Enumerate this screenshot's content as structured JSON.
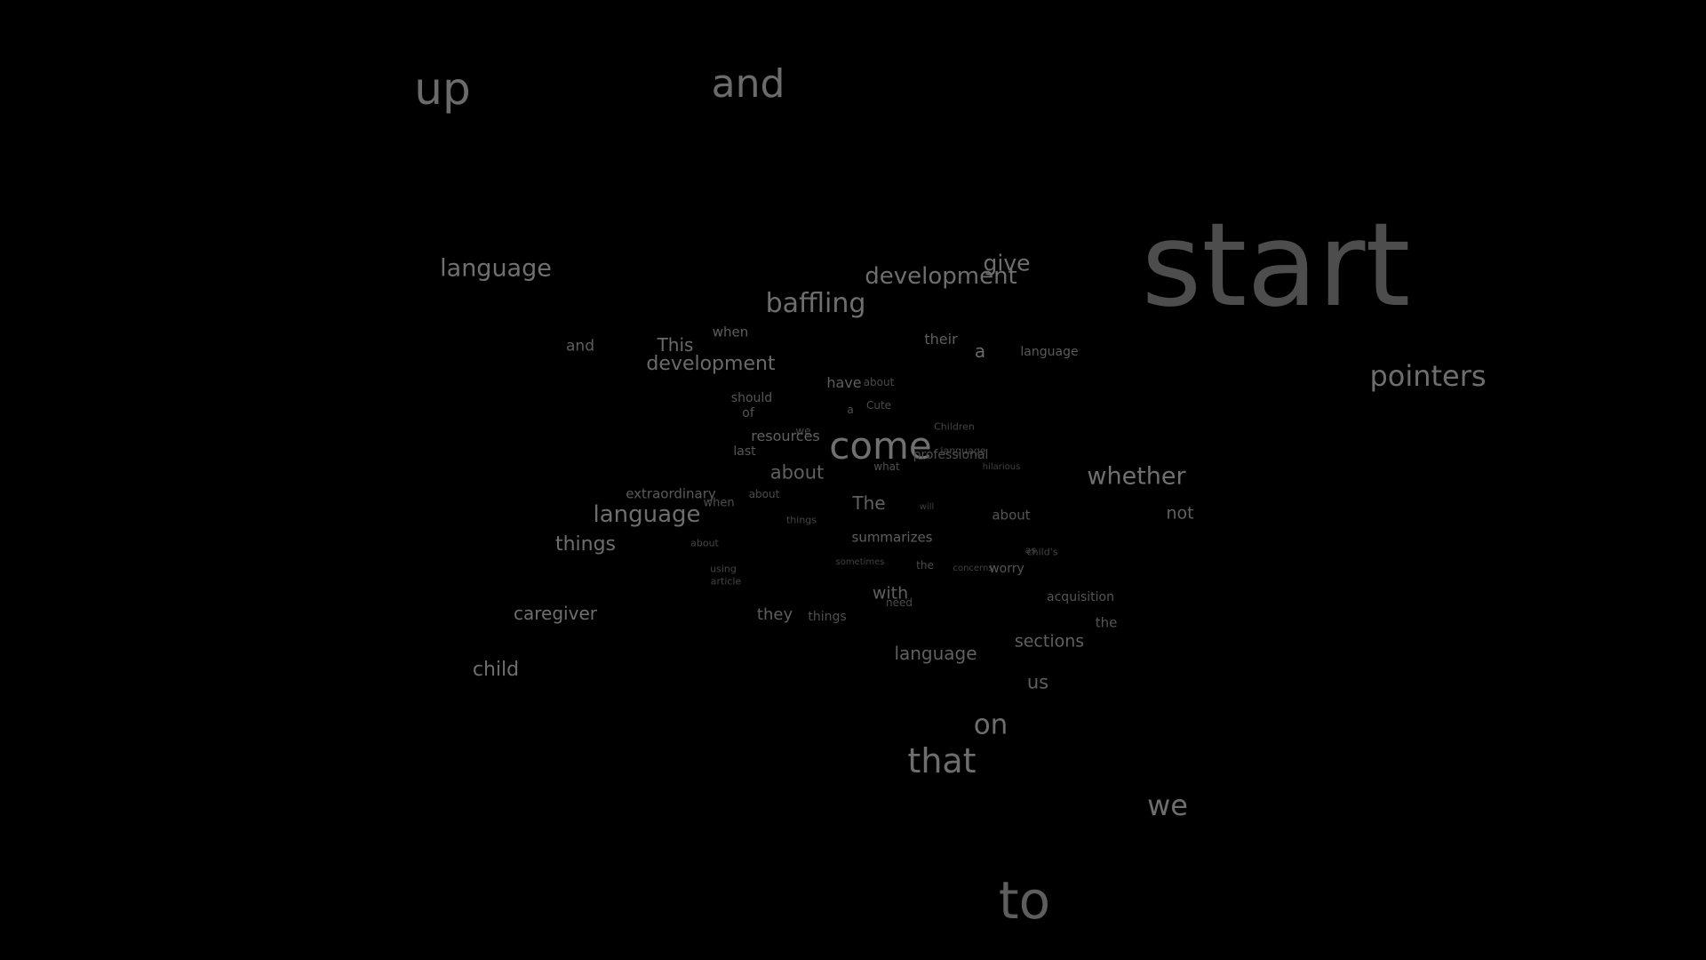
{
  "background": "#000000",
  "words": [
    {
      "text": "up",
      "color": "#6b6b6b"
    },
    {
      "text": "and",
      "color": "#6b6b6b"
    },
    {
      "text": "start",
      "color": "#4d4d4d"
    },
    {
      "text": "language",
      "color": "#707070"
    },
    {
      "text": "give",
      "color": "#6e6e6e"
    },
    {
      "text": "development",
      "color": "#6e6e6e"
    },
    {
      "text": "baffling",
      "color": "#6e6e6e"
    },
    {
      "text": "pointers",
      "color": "#6e6e6e"
    },
    {
      "text": "and",
      "color": "#5e5e5e"
    },
    {
      "text": "This",
      "color": "#6a6a6a"
    },
    {
      "text": "when",
      "color": "#5e5e5e"
    },
    {
      "text": "development",
      "color": "#6a6a6a"
    },
    {
      "text": "their",
      "color": "#5e5e5e"
    },
    {
      "text": "a",
      "color": "#6a6a6a"
    },
    {
      "text": "language",
      "color": "#5a5a5a"
    },
    {
      "text": "have",
      "color": "#5e5e5e"
    },
    {
      "text": "about",
      "color": "#4a4a4a"
    },
    {
      "text": "should",
      "color": "#555555"
    },
    {
      "text": "of",
      "color": "#555555"
    },
    {
      "text": "a",
      "color": "#4f4f4f"
    },
    {
      "text": "Cute",
      "color": "#4a4a4a"
    },
    {
      "text": "we",
      "color": "#4a4a4a"
    },
    {
      "text": "resources",
      "color": "#606060"
    },
    {
      "text": "come",
      "color": "#707070"
    },
    {
      "text": "Children",
      "color": "#454545"
    },
    {
      "text": "language",
      "color": "#454545"
    },
    {
      "text": "professional",
      "color": "#4f4f4f"
    },
    {
      "text": "last",
      "color": "#555555"
    },
    {
      "text": "what",
      "color": "#4f4f4f"
    },
    {
      "text": "hilarious",
      "color": "#404040"
    },
    {
      "text": "about",
      "color": "#606060"
    },
    {
      "text": "whether",
      "color": "#707070"
    },
    {
      "text": "extraordinary",
      "color": "#5a5a5a"
    },
    {
      "text": "about",
      "color": "#4a4a4a"
    },
    {
      "text": "when",
      "color": "#4f4f4f"
    },
    {
      "text": "The",
      "color": "#606060"
    },
    {
      "text": "will",
      "color": "#404040"
    },
    {
      "text": "language",
      "color": "#6e6e6e"
    },
    {
      "text": "about",
      "color": "#555555"
    },
    {
      "text": "not",
      "color": "#606060"
    },
    {
      "text": "things",
      "color": "#454545"
    },
    {
      "text": "things",
      "color": "#6e6e6e"
    },
    {
      "text": "summarizes",
      "color": "#5e5e5e"
    },
    {
      "text": "about",
      "color": "#454545"
    },
    {
      "text": "as",
      "color": "#404040"
    },
    {
      "text": "child's",
      "color": "#454545"
    },
    {
      "text": "sometimes",
      "color": "#404040"
    },
    {
      "text": "the",
      "color": "#4a4a4a"
    },
    {
      "text": "concerns",
      "color": "#404040"
    },
    {
      "text": "worry",
      "color": "#555555"
    },
    {
      "text": "using",
      "color": "#454545"
    },
    {
      "text": "article",
      "color": "#454545"
    },
    {
      "text": "with",
      "color": "#606060"
    },
    {
      "text": "need",
      "color": "#4a4a4a"
    },
    {
      "text": "acquisition",
      "color": "#555555"
    },
    {
      "text": "caregiver",
      "color": "#6e6e6e"
    },
    {
      "text": "they",
      "color": "#5e5e5e"
    },
    {
      "text": "things",
      "color": "#4f4f4f"
    },
    {
      "text": "the",
      "color": "#555555"
    },
    {
      "text": "sections",
      "color": "#606060"
    },
    {
      "text": "language",
      "color": "#606060"
    },
    {
      "text": "child",
      "color": "#6e6e6e"
    },
    {
      "text": "us",
      "color": "#606060"
    },
    {
      "text": "on",
      "color": "#6e6e6e"
    },
    {
      "text": "that",
      "color": "#6e6e6e"
    },
    {
      "text": "we",
      "color": "#6e6e6e"
    },
    {
      "text": "to",
      "color": "#5e5e5e"
    }
  ]
}
